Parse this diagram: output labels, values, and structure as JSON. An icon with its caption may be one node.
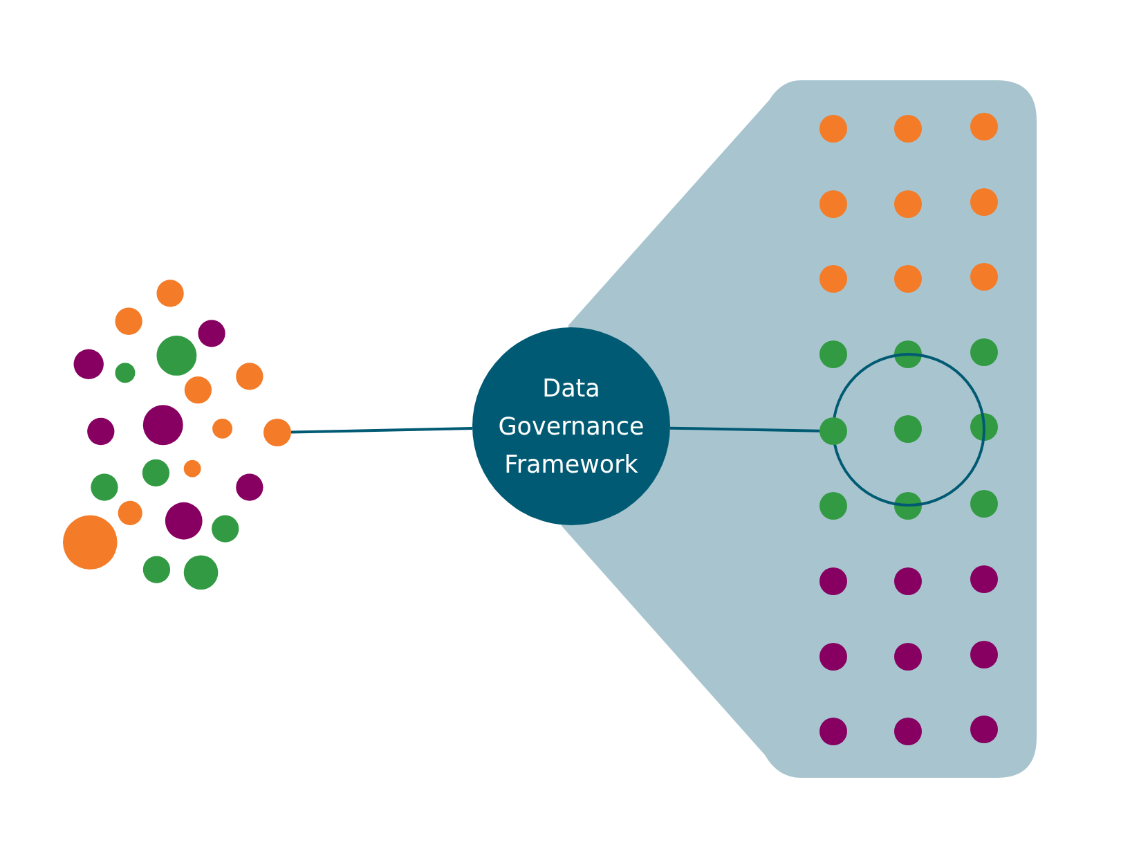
{
  "diagram": {
    "nodes": [
      {
        "text": [],
        "shape": "circle"
      },
      {
        "text": [
          "Data Governance Framework"
        ]
      },
      {
        "text": [],
        "shape": "circle"
      }
    ],
    "edges": [
      {
        "from": 0,
        "to": 1,
        "arrow": "none"
      },
      {
        "from": 1,
        "to": 2,
        "arrow": "none"
      }
    ]
  }
}
